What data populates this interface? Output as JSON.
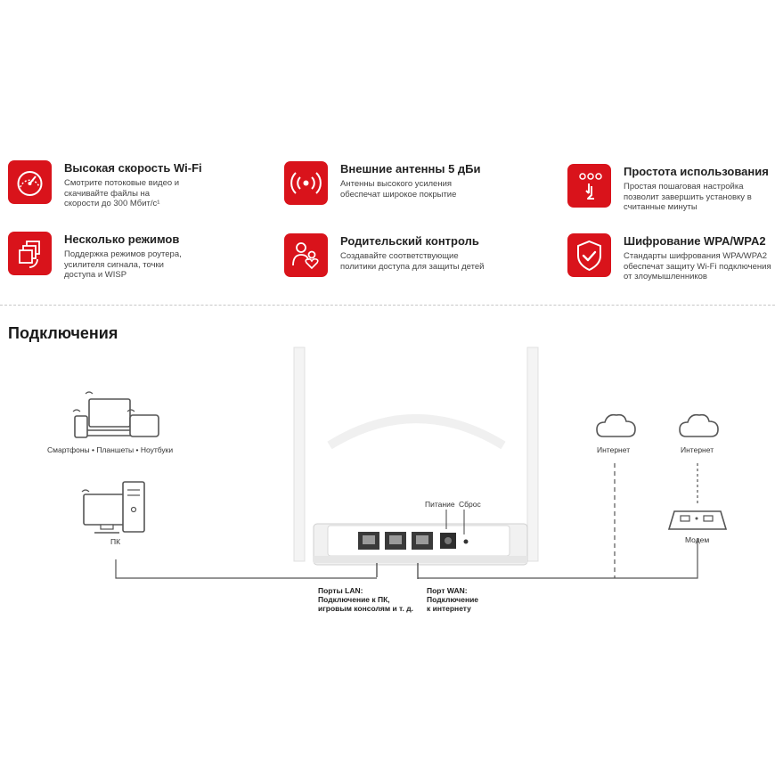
{
  "features": [
    {
      "id": "speed",
      "icon": "speedometer-icon",
      "title": "Высокая скорость Wi-Fi",
      "desc": "Смотрите потоковые видео и\nскачивайте файлы на\nскорости до 300 Мбит/с¹"
    },
    {
      "id": "antennas",
      "icon": "antenna-signal-icon",
      "title": "Внешние антенны 5 дБи",
      "desc": "Антенны высокого усиления\nобеспечат широкое покрытие"
    },
    {
      "id": "easy",
      "icon": "touch-setup-icon",
      "title": "Простота использования",
      "desc": "Простая пошаговая настройка\nпозволит завершить установку в\nсчитанные минуты"
    },
    {
      "id": "modes",
      "icon": "multi-mode-icon",
      "title": "Несколько режимов",
      "desc": "Поддержка режимов роутера,\nусилителя сигнала, точки\nдоступа и WISP"
    },
    {
      "id": "parental",
      "icon": "parent-child-icon",
      "title": "Родительский контроль",
      "desc": "Создавайте соответствующие\nполитики доступа для защиты детей"
    },
    {
      "id": "encryption",
      "icon": "shield-check-icon",
      "title": "Шифрование WPA/WPA2",
      "desc": "Стандарты шифрования WPA/WPA2\nобеспечат защиту Wi-Fi подключения\nот злоумышленников"
    }
  ],
  "connections": {
    "title": "Подключения",
    "devices_label": "Смартфоны • Планшеты • Ноутбуки",
    "pc_label": "ПК",
    "internet_label_1": "Интернет",
    "internet_label_2": "Интернет",
    "modem_label": "Модем",
    "power_label": "Питание",
    "reset_label": "Сброс",
    "lan_label": "Порты LAN:\nПодключение к ПК,\nигровым консолям и т. д.",
    "wan_label": "Порт WAN:\nПодключение\nк интернету"
  },
  "colors": {
    "accent": "#d9131b"
  }
}
